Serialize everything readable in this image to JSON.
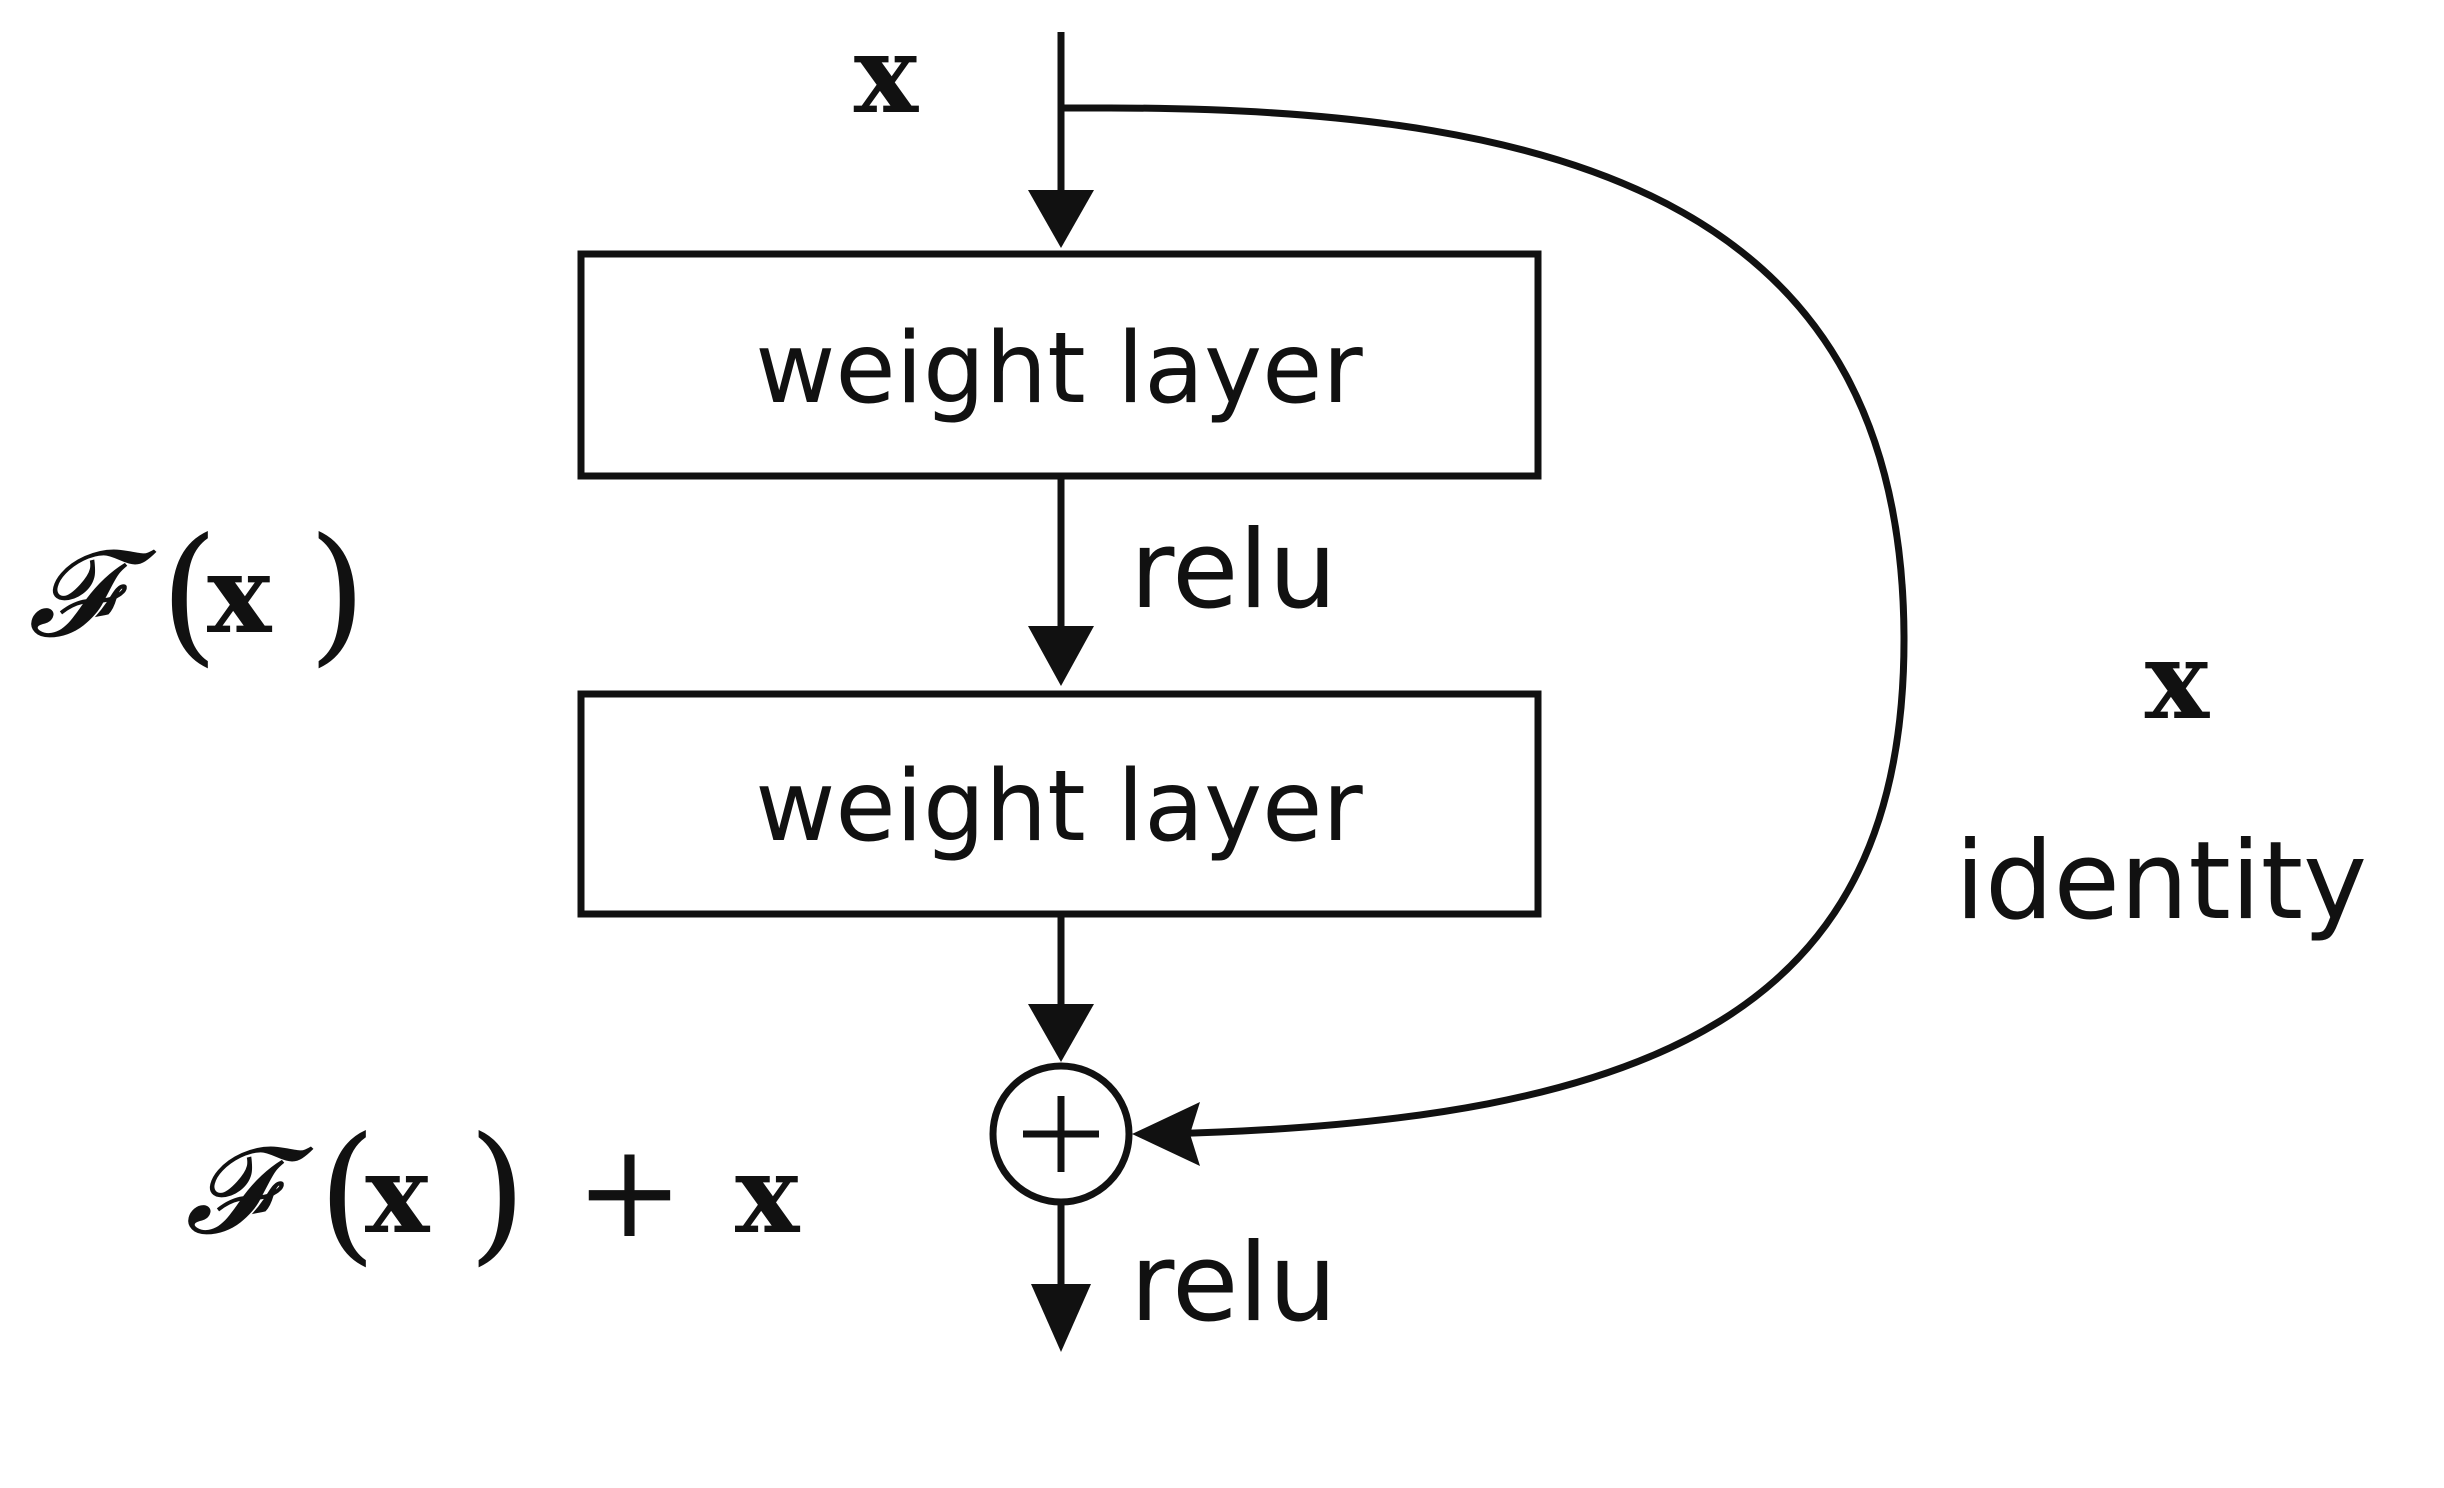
{
  "input_label": "x",
  "layers": [
    {
      "label": "weight layer"
    },
    {
      "label": "weight layer"
    }
  ],
  "activations": {
    "between_layers": "relu",
    "after_add": "relu"
  },
  "residual_label": {
    "function": "𝓕",
    "open_paren": "(",
    "variable": "x",
    "close_paren": ")"
  },
  "output_label": {
    "function": "𝓕",
    "open_paren": "(",
    "variable": "x",
    "close_paren": ")",
    "operator": "+",
    "variable2": "x"
  },
  "shortcut": {
    "variable": "x",
    "name": "identity"
  },
  "add_node_symbol": "+"
}
